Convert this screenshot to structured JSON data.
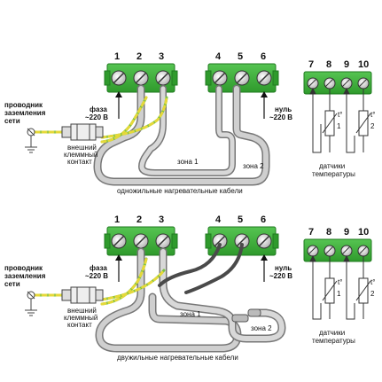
{
  "top": {
    "terminal_numbers_left": [
      "1",
      "2",
      "3"
    ],
    "terminal_numbers_mid": [
      "4",
      "5",
      "6"
    ],
    "terminal_numbers_right": [
      "7",
      "8",
      "9",
      "10"
    ],
    "ground_label": [
      "проводник",
      "заземления",
      "сети"
    ],
    "contact_label": [
      "внешний",
      "клеммный",
      "контакт"
    ],
    "phase_label": [
      "фаза",
      "~220 В"
    ],
    "neutral_label": [
      "нуль",
      "~220 В"
    ],
    "zone1": "зона 1",
    "zone2": "зона 2",
    "sensors_label": [
      "датчики",
      "температуры"
    ],
    "sensor_1": "1",
    "sensor_2": "2",
    "caption": "одножильные нагревательные кабели"
  },
  "bottom": {
    "terminal_numbers_left": [
      "1",
      "2",
      "3"
    ],
    "terminal_numbers_mid": [
      "4",
      "5",
      "6"
    ],
    "terminal_numbers_right": [
      "7",
      "8",
      "9",
      "10"
    ],
    "ground_label": [
      "проводник",
      "заземления",
      "сети"
    ],
    "contact_label": [
      "внешний",
      "клеммный",
      "контакт"
    ],
    "phase_label": [
      "фаза",
      "~220 В"
    ],
    "neutral_label": [
      "нуль",
      "~220 В"
    ],
    "zone1": "зона 1",
    "zone2": "зона 2",
    "sensors_label": [
      "датчики",
      "температуры"
    ],
    "sensor_1": "1",
    "sensor_2": "2",
    "caption": "двужильные нагревательные кабели"
  },
  "colors": {
    "terminal_green": "#3db43a",
    "terminal_dark": "#1f7a1f",
    "cable_gray": "#a9a9a9",
    "cable_dark": "#555555",
    "earth_yellow": "#e5d93a",
    "earth_green": "#7ac143"
  }
}
